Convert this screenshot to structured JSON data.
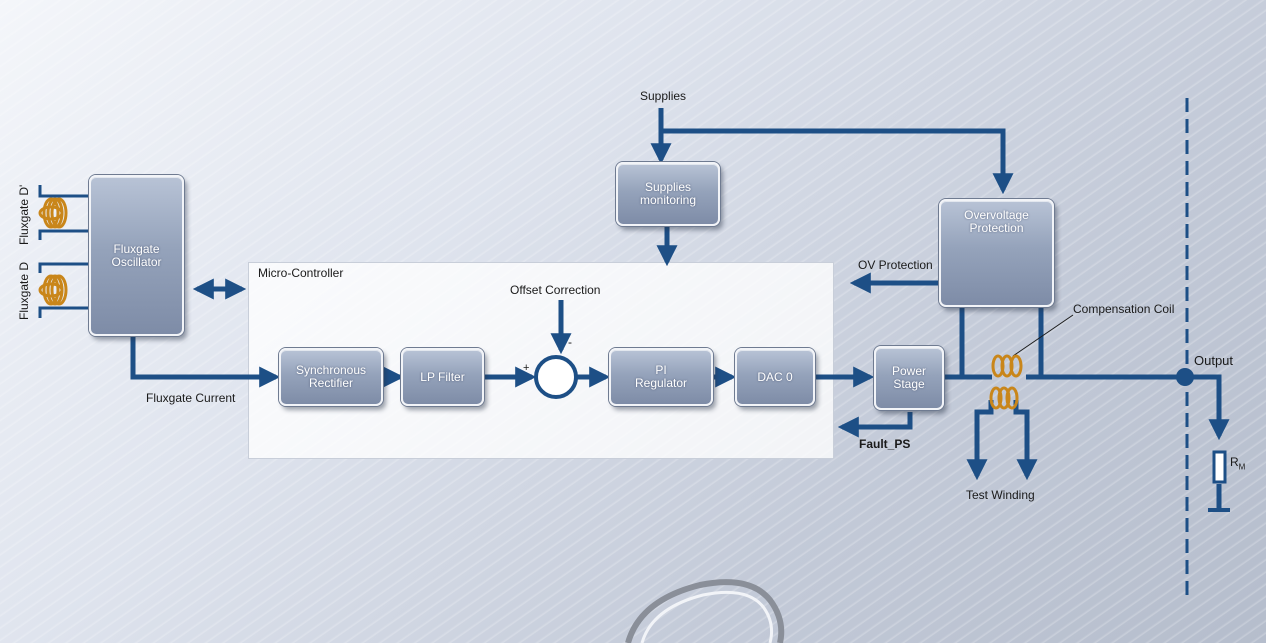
{
  "blocks": {
    "fluxgate_oscillator": "Fluxgate\nOscillator",
    "supplies_monitoring": "Supplies\nmonitoring",
    "overvoltage_protection": "Overvoltage\nProtection",
    "synchronous_rectifier": "Synchronous\nRectifier",
    "lp_filter": "LP Filter",
    "pi_regulator": "PI\nRegulator",
    "dac": "DAC 0",
    "power_stage": "Power\nStage"
  },
  "labels": {
    "supplies": "Supplies",
    "micro_controller": "Micro-Controller",
    "offset_correction": "Offset Correction",
    "ov_protection": "OV Protection",
    "compensation_coil": "Compensation Coil",
    "output": "Output",
    "fluxgate_current": "Fluxgate Current",
    "fault_ps": "Fault_PS",
    "test_winding": "Test Winding",
    "fluxgate_d_prime": "Fluxgate D'",
    "fluxgate_d": "Fluxgate D",
    "rm_main": "R",
    "rm_sub": "M",
    "plus": "+",
    "minus": "-"
  },
  "colors": {
    "wire": "#1d4f86",
    "coil": "#c9861a",
    "block_fill": "#95a3bb"
  }
}
